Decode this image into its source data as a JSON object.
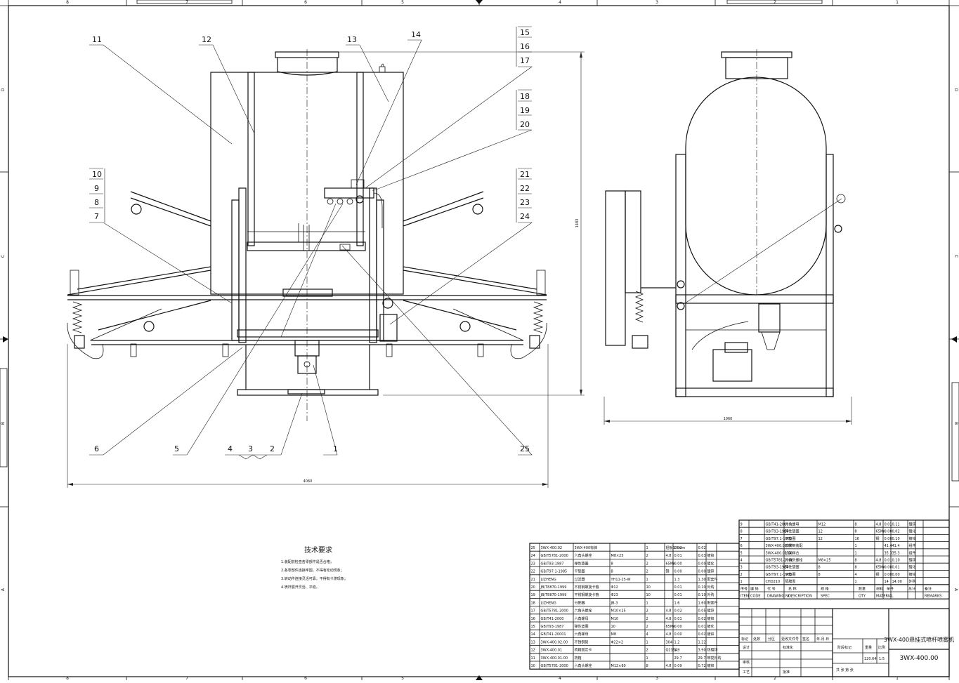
{
  "drawing": {
    "title_cn": "3WX-400悬挂式喷杆喷雾机",
    "drawing_no": "3WX-400.00",
    "weight": "120.64",
    "scale": "1:5",
    "stage_label": "阶段标记",
    "weight_label": "重量",
    "scale_label": "比例",
    "sheets_label": "共   张   第   张"
  },
  "front_view": {
    "balloons": [
      "1",
      "2",
      "3",
      "4",
      "5",
      "6",
      "7",
      "8",
      "9",
      "10",
      "11",
      "12",
      "13",
      "14",
      "15",
      "16",
      "17",
      "18",
      "19",
      "20",
      "21",
      "22",
      "23",
      "24",
      "25"
    ],
    "dim_width": "4060",
    "dim_height": "1483"
  },
  "side_view": {
    "dim_width": "1060"
  },
  "zone_labels": {
    "top": [
      "8",
      "7",
      "6",
      "5",
      "4",
      "3",
      "2",
      "1"
    ],
    "bottom": [
      "8",
      "7",
      "6",
      "5",
      "4",
      "3",
      "2",
      "1"
    ],
    "left": [
      "D",
      "C",
      "B",
      "A"
    ],
    "right": [
      "D",
      "C",
      "B",
      "A"
    ]
  },
  "tech_requirements": {
    "heading": "技术要求",
    "items": [
      "1.装配前检查各零部件是否合格；",
      "2.各零部件连接牢固，不得有松动现象；",
      "3.转动件连接灵活可靠，不得有卡滞现象；",
      "4.喷杆展开灵活、平稳。"
    ]
  },
  "bom_left": {
    "rows": [
      [
        "25",
        "3WX-400.02",
        "3WX-400标牌",
        "",
        "1",
        "铝板1.5mm",
        "0.02",
        "0.02",
        ""
      ],
      [
        "24",
        "GB/T5781-2000",
        "六角头螺栓",
        "M8×25",
        "2",
        "4.8",
        "0.01",
        "0.03",
        "镀锌"
      ],
      [
        "23",
        "GB/T93-1987",
        "弹性垫圈",
        "8",
        "2",
        "65Mn",
        "0.00",
        "0.00",
        "镀化"
      ],
      [
        "22",
        "GB/T97.1-1985",
        "平垫圈",
        "8",
        "2",
        "钢",
        "0.00",
        "0.00",
        "镀锌"
      ],
      [
        "21",
        "LIZHENG",
        "过滤器",
        "YH11-25-W",
        "1",
        "",
        "1.3",
        "1.30",
        "配套件"
      ],
      [
        "20",
        "JB/T8870-1999",
        "不锈钢螺旋卡箍",
        "Φ12",
        "10",
        "",
        "0.01",
        "0.10",
        "外购"
      ],
      [
        "19",
        "JB/T8870-1999",
        "不锈钢螺旋卡箍",
        "Φ23",
        "10",
        "",
        "0.01",
        "0.10",
        "外购"
      ],
      [
        "18",
        "LIZHENG",
        "分配器",
        "JB-3",
        "1",
        "",
        "1.6",
        "1.60",
        "配套件"
      ],
      [
        "17",
        "GB/T5781-2000",
        "六角头螺栓",
        "M10×25",
        "2",
        "4.8",
        "0.02",
        "0.05",
        "镀锌"
      ],
      [
        "16",
        "GB/T41-2000",
        "六角螺母",
        "M10",
        "2",
        "4.8",
        "0.01",
        "0.02",
        "镀锌"
      ],
      [
        "15",
        "GB/T93-1987",
        "弹性垫圈",
        "10",
        "2",
        "65Mn",
        "0.00",
        "0.01",
        "镀化"
      ],
      [
        "14",
        "GB/T41-20001",
        "六角螺母",
        "M8",
        "4",
        "4.8",
        "0.00",
        "0.02",
        "镀锌"
      ],
      [
        "13",
        "3WX-400.02.00",
        "不锈钢管",
        "Φ22×2",
        "1",
        "304",
        "1.2",
        "1.22",
        ""
      ],
      [
        "12",
        "3WX-400.01",
        "药箱固定卡",
        "",
        "2",
        "Q235A",
        "1.9",
        "3.90",
        "热镀锌"
      ],
      [
        "11",
        "3WX-400.01.00",
        "药箱",
        "",
        "1",
        "",
        "29.7",
        "29.7",
        "带搅外购"
      ],
      [
        "10",
        "GB/T5781-2000",
        "六角头螺栓",
        "M12×80",
        "8",
        "4.8",
        "0.09",
        "0.72",
        "镀锌"
      ]
    ]
  },
  "bom_right": {
    "rows": [
      [
        "9",
        "",
        "GB/T41-2000",
        "六角螺母",
        "M12",
        "8",
        "4.8",
        "0.01",
        "0.11",
        "镀锌"
      ],
      [
        "8",
        "",
        "GB/T93-1987",
        "弹性垫圈",
        "12",
        "8",
        "65Mn",
        "0.00",
        "0.02",
        "镀化"
      ],
      [
        "7",
        "",
        "GB/T97.1-1985",
        "平垫圈",
        "12",
        "16",
        "钢",
        "0.00",
        "0.10",
        "镀锌"
      ],
      [
        "6",
        "",
        "3WX-400.02.00",
        "喷雾架装配",
        "",
        "1",
        "",
        "41.4",
        "41.4",
        "组件"
      ],
      [
        "5",
        "",
        "3WX-400.01.00",
        "机架焊合",
        "",
        "1",
        "",
        "35.3",
        "35.3",
        "组件"
      ],
      [
        "4",
        "",
        "GB/T5781-2000",
        "六角头螺栓",
        "M8×25",
        "8",
        "4.8",
        "0.01",
        "0.10",
        "镀锌"
      ],
      [
        "3",
        "",
        "GB/T93-1987",
        "弹性垫圈",
        "8",
        "8",
        "65Mn",
        "0.00",
        "0.01",
        "镀化"
      ],
      [
        "2",
        "",
        "GB/T97.1-1985",
        "平垫圈",
        "8",
        "4",
        "钢",
        "0.00",
        "0.00",
        "镀锌"
      ],
      [
        "1",
        "",
        "CHD210",
        "隔膜泵",
        "",
        "1",
        "",
        "14",
        "14.00",
        "外购"
      ]
    ],
    "header_cn": [
      "序号",
      "编  码",
      "代  号",
      "名  称",
      "规  格",
      "数量",
      "材料",
      "单件",
      "总计",
      "备注"
    ],
    "header_en": [
      "ITEM",
      "CODE",
      "DRAWING NO.",
      "DESCRIPTION",
      "SPEC",
      "QTY",
      "MATERIAL",
      "",
      "",
      "REMARKS"
    ]
  },
  "signoff": {
    "labels": [
      "标记",
      "处数",
      "分区",
      "更改文件号",
      "签名",
      "年.月.日"
    ],
    "roles": [
      "设计",
      "审核",
      "工艺"
    ],
    "std": "标准化",
    "approve": "批准"
  }
}
